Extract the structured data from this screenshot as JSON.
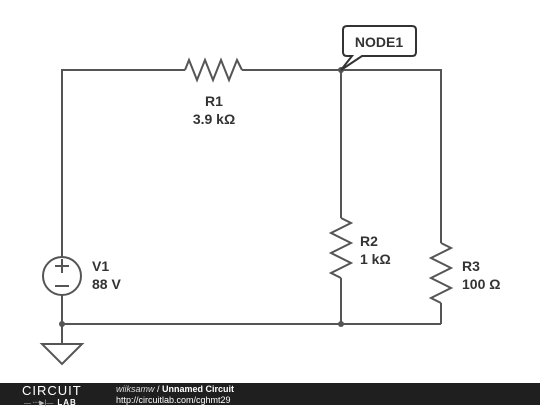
{
  "schematic": {
    "node_label": "NODE1",
    "r1": {
      "name": "R1",
      "value": "3.9 kΩ"
    },
    "r2": {
      "name": "R2",
      "value": "1 kΩ"
    },
    "r3": {
      "name": "R3",
      "value": "100 Ω"
    },
    "v1": {
      "name": "V1",
      "value": "88 V"
    }
  },
  "footer": {
    "logo_top": "CIRCUIT",
    "logo_bottom": "LAB",
    "author": "wiiksamw",
    "separator": " / ",
    "circuit_name": "Unnamed Circuit",
    "url": "http://circuitlab.com/cghmt29"
  },
  "colors": {
    "wire": "#555555",
    "text": "#333333",
    "footer_bg": "#1f1f1f"
  }
}
